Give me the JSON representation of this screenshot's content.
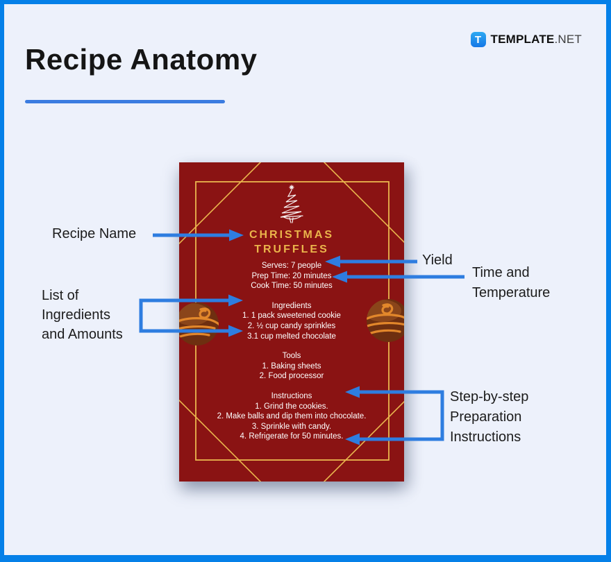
{
  "colors": {
    "frame_blue": "#0580e8",
    "accent_blue": "#2e7de0",
    "page_bg": "#edf1fb",
    "card_red": "#8a1313",
    "gold": "#e9b74e",
    "card_text_white": "#ffffff",
    "card_title_gold": "#eab54b"
  },
  "logo": {
    "icon_letter": "T",
    "brand": "TEMPLATE",
    "suffix": ".NET"
  },
  "header": {
    "title": "Recipe Anatomy"
  },
  "card": {
    "title_line1": "CHRISTMAS",
    "title_line2": "TRUFFLES",
    "meta": [
      "Serves: 7 people",
      "Prep Time: 20 minutes",
      "Cook Time: 50 minutes"
    ],
    "sections": [
      {
        "heading": "Ingredients",
        "items": [
          "1. 1 pack sweetened cookie",
          "2. ½ cup candy sprinkles",
          "3.1 cup melted chocolate"
        ]
      },
      {
        "heading": "Tools",
        "items": [
          "1. Baking sheets",
          "2. Food processor"
        ]
      },
      {
        "heading": "Instructions",
        "items": [
          "1. Grind the cookies.",
          "2. Make balls and dip them into chocolate.",
          "3. Sprinkle with candy.",
          "4. Refrigerate for 50 minutes."
        ]
      }
    ]
  },
  "annotations": {
    "recipe_name": "Recipe Name",
    "yield": "Yield",
    "time_and_temperature": [
      "Time and",
      "Temperature"
    ],
    "list_of_ingredients": [
      "List of",
      "Ingredients",
      "and Amounts"
    ],
    "step_by_step": [
      "Step-by-step",
      "Preparation",
      "Instructions"
    ]
  }
}
